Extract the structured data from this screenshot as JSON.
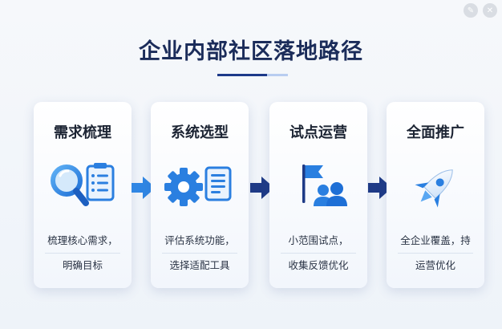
{
  "title": "企业内部社区落地路径",
  "steps": [
    {
      "title": "需求梳理",
      "icon": "magnifier-checklist-icon",
      "desc_line1": "梳理核心需求，",
      "desc_line2": "明确目标"
    },
    {
      "title": "系统选型",
      "icon": "gear-document-icon",
      "desc_line1": "评估系统功能，",
      "desc_line2": "选择适配工具"
    },
    {
      "title": "试点运营",
      "icon": "flag-team-icon",
      "desc_line1": "小范围试点，",
      "desc_line2": "收集反馈优化"
    },
    {
      "title": "全面推广",
      "icon": "rocket-icon",
      "desc_line1": "全企业覆盖，持",
      "desc_line2": "运营优化"
    }
  ],
  "colors": {
    "title": "#1b2c5a",
    "accent_dark": "#1d3a8a",
    "accent_light": "#3a8ee6",
    "arrow_light": "#2f86e4",
    "arrow_dark": "#1e3a86"
  }
}
